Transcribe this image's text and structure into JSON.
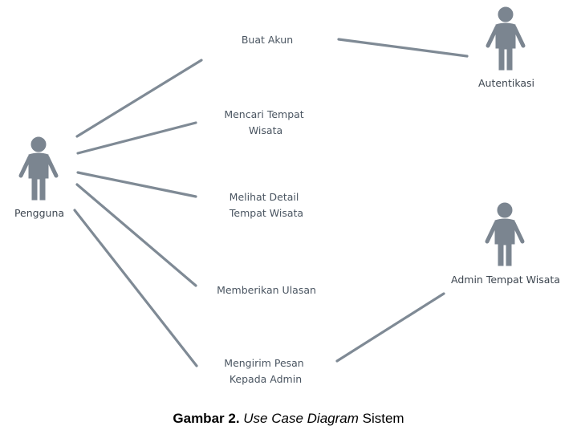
{
  "diagram": {
    "actors": {
      "pengguna": "Pengguna",
      "autentikasi": "Autentikasi",
      "admin": "Admin Tempat Wisata"
    },
    "use_cases": {
      "buat_akun": [
        "Buat Akun"
      ],
      "mencari": [
        "Mencari Tempat",
        "Wisata"
      ],
      "melihat": [
        "Melihat Detail",
        "Tempat Wisata"
      ],
      "memberikan": [
        "Memberikan Ulasan"
      ],
      "mengirim": [
        "Mengirim Pesan",
        "Kepada Admin"
      ]
    },
    "colors": {
      "actor": "#7b8590",
      "line": "#7f8a95",
      "text": "#4a5561"
    }
  },
  "caption": {
    "label": "Gambar 2.",
    "italic": "Use Case Diagram",
    "rest": "Sistem"
  }
}
